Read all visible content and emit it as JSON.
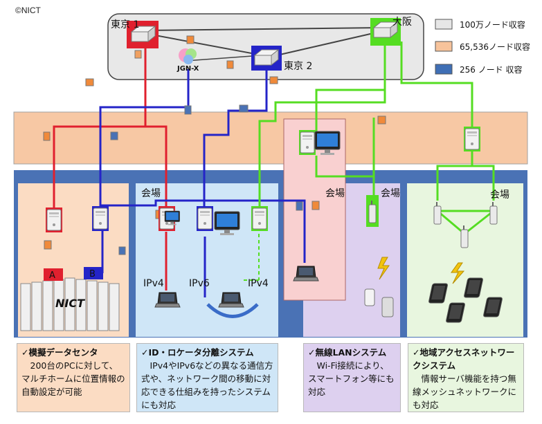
{
  "copyright": "©NICT",
  "backbone": {
    "tokyo1": "東京 1",
    "tokyo2": "東京 2",
    "osaka": "大阪",
    "jgn_logo": "JGN-X"
  },
  "legend": [
    {
      "label": "100万ノード収容",
      "color": "#e6e6e6"
    },
    {
      "label": "65,536ノード収容",
      "color": "#f7c39b"
    },
    {
      "label": "256 ノード 収容",
      "color": "#3f6fb5"
    }
  ],
  "venues": {
    "label": "会場",
    "group_a": "A",
    "group_b": "B",
    "nict_logo": "NICT",
    "ipv4_left": "IPv4",
    "ipv6": "IPv6",
    "ipv4_right": "IPv4"
  },
  "colors": {
    "red": "#e0202e",
    "blue": "#2424c8",
    "green": "#55dd22",
    "orange_band": "#f7c8a4",
    "blue_band": "#4a72b5"
  },
  "descriptions": {
    "datacenter": {
      "title": "✓模擬データセンタ",
      "body": "　200台のPCに対して、マルチホームに位置情報の自動設定が可能"
    },
    "id_locator": {
      "title": "✓ID・ロケータ分離システム",
      "body": "　IPv4やIPv6などの異なる通信方式や、ネットワーク間の移動に対応できる仕組みを持ったシステムにも対応"
    },
    "wireless_lan": {
      "title": "✓無線LANシステム",
      "body": "　Wi-Fi接続により、スマートフォン等にも対応"
    },
    "regional_access": {
      "title": "✓地域アクセスネットワークシステム",
      "body": "　情報サーバ機能を持つ無線メッシュネットワークにも対応"
    }
  }
}
